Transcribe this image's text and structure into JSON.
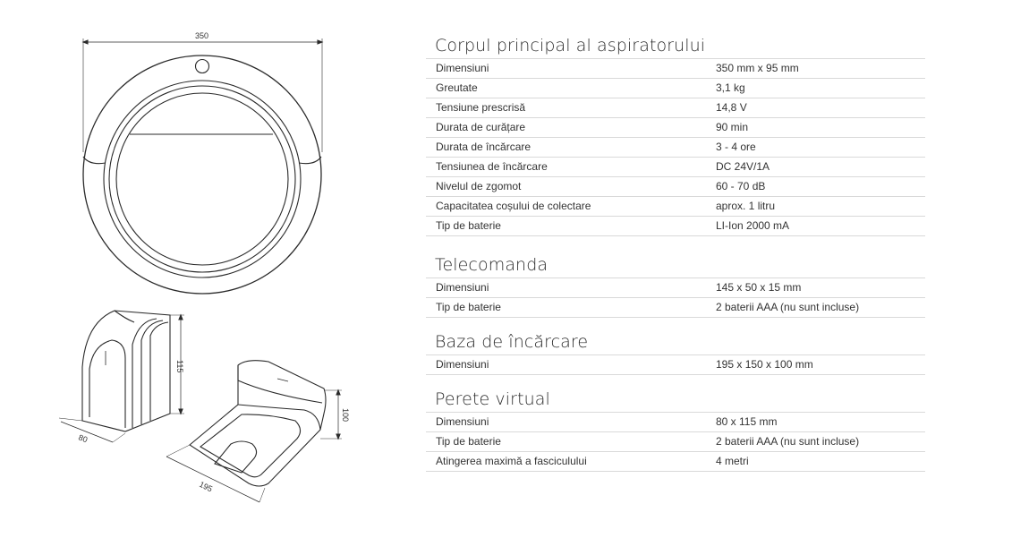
{
  "drawings": {
    "robot_width": "350",
    "virtual_wall_height": "115",
    "virtual_wall_depth": "80",
    "dock_height": "100",
    "dock_width": "195"
  },
  "sections": [
    {
      "title": "Corpul principal al aspiratorului",
      "rows": [
        {
          "label": "Dimensiuni",
          "value": "350 mm x 95 mm"
        },
        {
          "label": "Greutate",
          "value": "3,1 kg"
        },
        {
          "label": "Tensiune prescrisă",
          "value": "14,8 V"
        },
        {
          "label": "Durata de curățare",
          "value": "90 min"
        },
        {
          "label": "Durata de încărcare",
          "value": "3 - 4 ore"
        },
        {
          "label": "Tensiunea de încărcare",
          "value": "DC 24V/1A"
        },
        {
          "label": "Nivelul de zgomot",
          "value": "60 - 70 dB"
        },
        {
          "label": "Capacitatea coșului de colectare",
          "value": "aprox. 1 litru"
        },
        {
          "label": "Tip de baterie",
          "value": "LI-Ion 2000 mA"
        }
      ]
    },
    {
      "title": "Telecomanda",
      "rows": [
        {
          "label": "Dimensiuni",
          "value": "145 x 50 x 15 mm"
        },
        {
          "label": "Tip de baterie",
          "value": "2 baterii AAA (nu sunt incluse)"
        }
      ]
    },
    {
      "title": "Baza de încărcare",
      "rows": [
        {
          "label": "Dimensiuni",
          "value": "195 x 150 x 100 mm"
        }
      ]
    },
    {
      "title": "Perete virtual",
      "rows": [
        {
          "label": "Dimensiuni",
          "value": "80 x 115 mm"
        },
        {
          "label": "Tip de baterie",
          "value": "2 baterii AAA (nu sunt incluse)"
        },
        {
          "label": "Atingerea maximă a fasciculului",
          "value": "4 metri"
        }
      ]
    }
  ]
}
